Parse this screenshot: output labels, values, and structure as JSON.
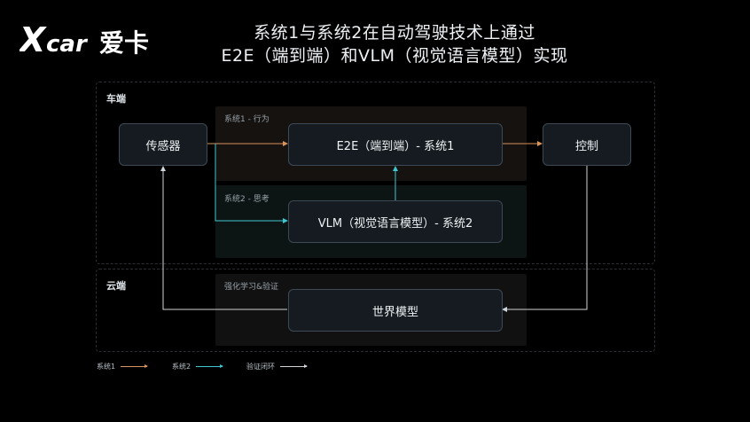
{
  "logo": {
    "text": "Xcar爱卡"
  },
  "title": {
    "line1": "系统1与系统2在自动驾驶技术上通过",
    "line2": "E2E（端到端）和VLM（视觉语言模型）实现"
  },
  "regions": {
    "vehicle": "车端",
    "cloud": "云端"
  },
  "zones": {
    "system1": "系统1 - 行为",
    "system2": "系统2 - 思考",
    "learning": "强化学习&验证"
  },
  "nodes": {
    "sensor": "传感器",
    "e2e": "E2E（端到端）- 系统1",
    "control": "控制",
    "vlm": "VLM（视觉语言模型）- 系统2",
    "world": "世界模型"
  },
  "legend": [
    {
      "label": "系统1",
      "color": "#d9935c"
    },
    {
      "label": "系统2",
      "color": "#3fc6d0"
    },
    {
      "label": "验证闭环",
      "color": "#cfd4d8"
    }
  ],
  "colors": {
    "system1_arrow": "#d9935c",
    "system2_arrow": "#3fc6d0",
    "loop_arrow": "#cfd4d8"
  }
}
